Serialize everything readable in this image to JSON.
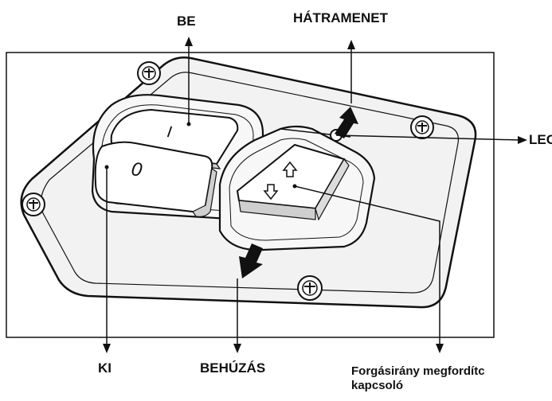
{
  "labels": {
    "be": "BE",
    "hatramenet": "HÁTRAMENET",
    "lec": "LEC",
    "ki": "KI",
    "behuzas": "BEHÚZÁS",
    "forgasirany_line1": "Forgásirány megfordítc",
    "forgasirany_line2": "kapcsoló"
  },
  "switch_symbols": {
    "on": "I",
    "off": "0"
  },
  "colors": {
    "line": "#111111",
    "fill_body": "#f2f2f2",
    "fill_light": "#ffffff",
    "fill_shade": "#d0d0d0",
    "arrow_fill": "#111111"
  }
}
